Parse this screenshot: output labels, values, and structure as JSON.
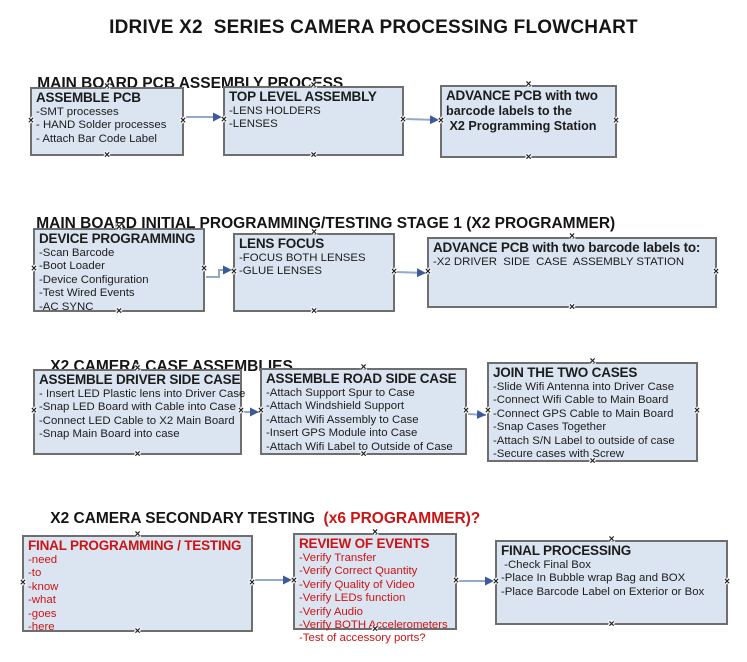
{
  "title": "IDRIVE X2  SERIES CAMERA PROCESSING FLOWCHART",
  "icons": {
    "connection_handle": "×"
  },
  "colors": {
    "box_fill": "#dbe5f1",
    "box_border": "#6e6e6e",
    "connector_line": "#93a9cc",
    "arrowhead": "#3a5a9b",
    "red_text": "#cc1414",
    "black_text": "#151515"
  },
  "sections": [
    {
      "heading": "MAIN BOARD PCB ASSEMBLY PROCESS",
      "boxes": [
        {
          "title": "ASSEMBLE PCB",
          "lines": [
            "-SMT processes",
            "- HAND Solder processes",
            "- Attach Bar Code Label"
          ]
        },
        {
          "title": "TOP LEVEL ASSEMBLY",
          "lines": [
            "-LENS HOLDERS",
            "-LENSES"
          ]
        },
        {
          "title": "ADVANCE PCB with two",
          "lines": [
            "barcode labels to the",
            " X2 Programming Station"
          ]
        }
      ]
    },
    {
      "heading": "MAIN BOARD INITIAL PROGRAMMING/TESTING STAGE 1 (X2 PROGRAMMER)",
      "boxes": [
        {
          "title": "DEVICE PROGRAMMING",
          "lines": [
            "-Scan Barcode",
            "-Boot Loader",
            "-Device Configuration",
            "-Test Wired Events",
            "-AC SYNC"
          ]
        },
        {
          "title": "LENS FOCUS",
          "lines": [
            "-FOCUS BOTH LENSES",
            "-GLUE LENSES"
          ]
        },
        {
          "title": "ADVANCE PCB with two barcode labels to:",
          "lines": [
            "-X2 DRIVER  SIDE  CASE  ASSEMBLY STATION"
          ]
        }
      ]
    },
    {
      "heading": "X2 CAMERA CASE ASSEMBLIES",
      "boxes": [
        {
          "title": "ASSEMBLE DRIVER SIDE CASE",
          "lines": [
            "- Insert LED Plastic lens into Driver Case",
            "-Snap LED Board with Cable into Case",
            "-Connect LED Cable to X2 Main Board",
            "-Snap Main Board into case"
          ]
        },
        {
          "title": "ASSEMBLE ROAD SIDE CASE",
          "lines": [
            "-Attach Support Spur to Case",
            "-Attach Windshield Support",
            "-Attach Wifi Assembly to Case",
            "-Insert GPS Module into Case",
            "-Attach Wifi Label to Outside of Case"
          ]
        },
        {
          "title": "JOIN THE TWO CASES",
          "lines": [
            "-Slide Wifi Antenna into Driver Case",
            "-Connect Wifi Cable to Main Board",
            "-Connect GPS Cable to Main Board",
            "-Snap Cases Together",
            "-Attach S/N Label to outside of case",
            "-Secure cases with Screw"
          ]
        }
      ]
    },
    {
      "heading": "X2 CAMERA SECONDARY TESTING ",
      "heading_red": " (x6 PROGRAMMER)?",
      "boxes": [
        {
          "title": "FINAL PROGRAMMING / TESTING",
          "lines": [
            "-need",
            "-to",
            "-know",
            "-what",
            "-goes",
            "-here"
          ]
        },
        {
          "title": "REVIEW OF EVENTS",
          "lines": [
            "-Verify Transfer",
            "-Verify Correct Quantity",
            "-Verify Quality of Video",
            "-Verify LEDs function",
            "-Verify Audio",
            "-Verify BOTH Accelerometers",
            "-Test of accessory ports?"
          ]
        },
        {
          "title": "FINAL PROCESSING",
          "lines": [
            " -Check Final Box",
            "-Place In Bubble wrap Bag and BOX",
            "-Place Barcode Label on Exterior or Box"
          ]
        }
      ]
    }
  ]
}
